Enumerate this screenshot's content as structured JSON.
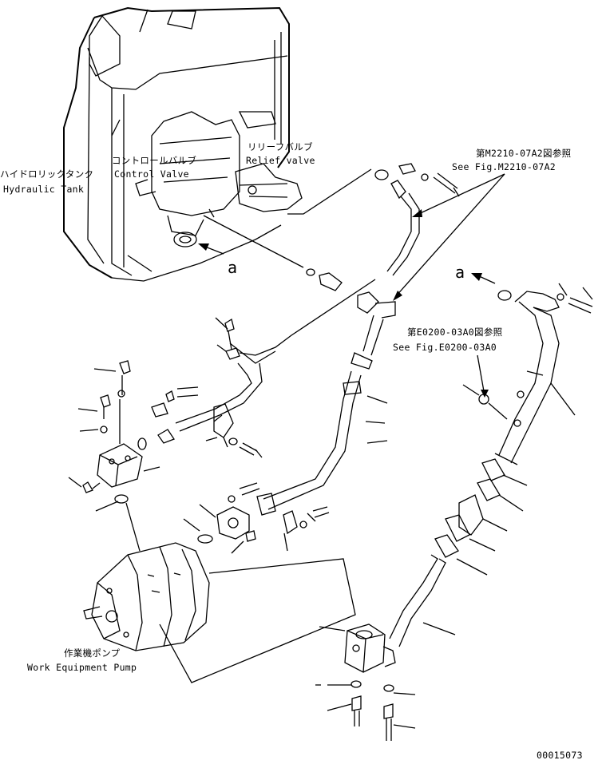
{
  "labels": {
    "hydraulic_tank_jp": "ハイドロリックタンク",
    "hydraulic_tank_en": "Hydraulic Tank",
    "control_valve_jp": "コントロールバルブ",
    "control_valve_en": "Control Valve",
    "relief_valve_jp": "リリーフバルブ",
    "relief_valve_en": "Relief valve",
    "ref1_jp": "第M2210-07A2図参照",
    "ref1_en": "See Fig.M2210-07A2",
    "ref2_jp": "第E0200-03A0図参照",
    "ref2_en": "See Fig.E0200-03A0",
    "pump_jp": "作業機ポンプ",
    "pump_en": "Work Equipment Pump",
    "marker_a1": "a",
    "marker_a2": "a",
    "drawing_no": "00015073"
  }
}
